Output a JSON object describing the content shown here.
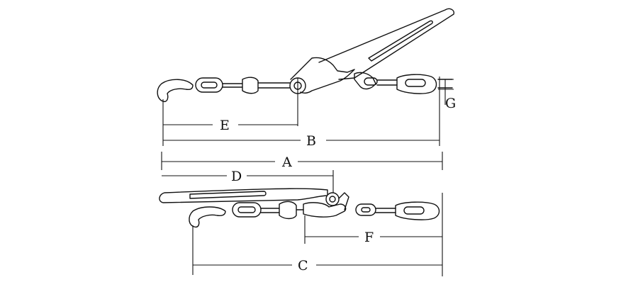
{
  "dimension_labels": {
    "a": "A",
    "b": "B",
    "c": "C",
    "d": "D",
    "e": "E",
    "f": "F",
    "g": "G"
  },
  "colors": {
    "line": "#111111",
    "background": "#ffffff"
  }
}
